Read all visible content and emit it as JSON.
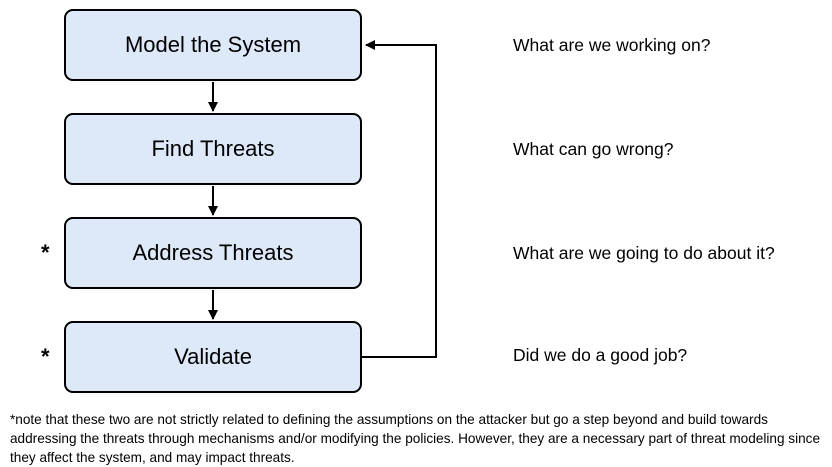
{
  "steps": [
    {
      "id": "model",
      "label": "Model the System",
      "question": "What are we working on?",
      "marker": ""
    },
    {
      "id": "find",
      "label": "Find Threats",
      "question": "What can go wrong?",
      "marker": ""
    },
    {
      "id": "address",
      "label": "Address Threats",
      "question": "What are we going to do about it?",
      "marker": "*"
    },
    {
      "id": "validate",
      "label": "Validate",
      "question": "Did we do a good job?",
      "marker": "*"
    }
  ],
  "footnote": "*note that these two are not strictly related to defining the assumptions on the attacker but go a step beyond and build towards addressing the threats through mechanisms and/or modifying the policies. However, they are a necessary part of threat modeling since they affect the system, and may impact threats.",
  "colors": {
    "box_fill": "#dde9f8",
    "stroke": "#000000"
  }
}
